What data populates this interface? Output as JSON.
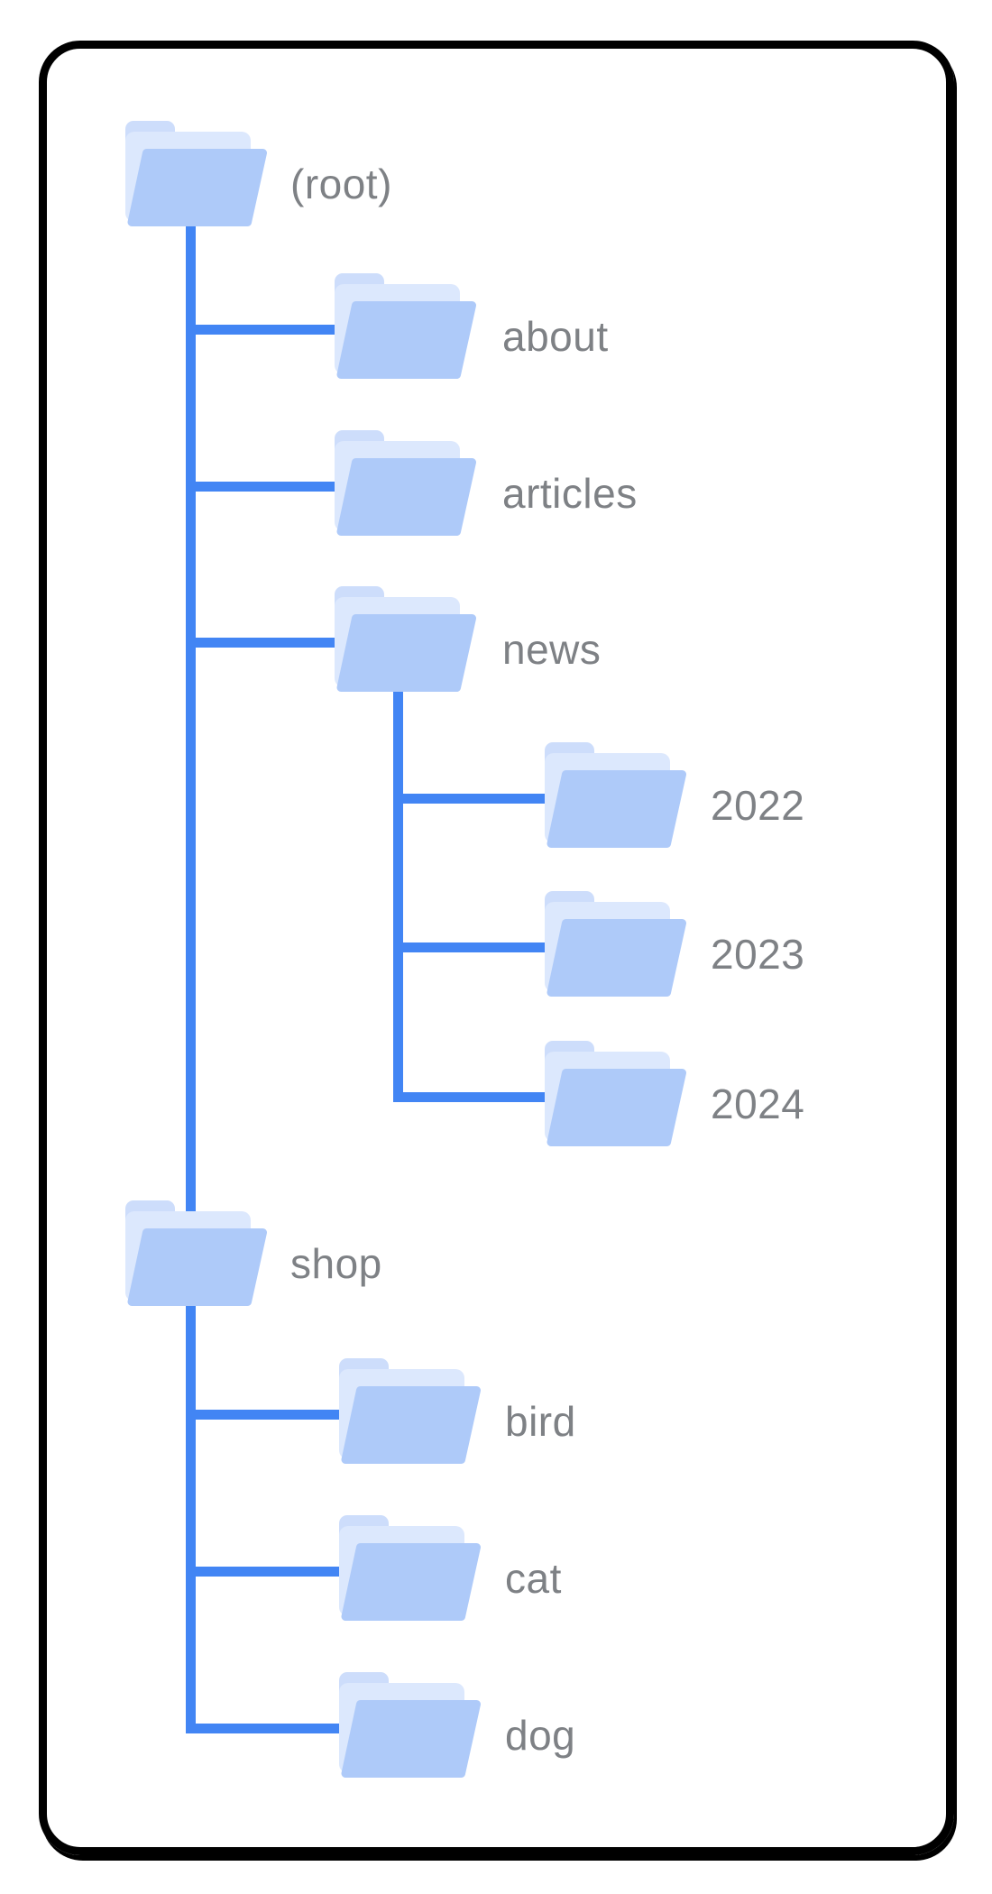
{
  "diagram": {
    "description": "Site directory tree diagram of folders",
    "tree": {
      "nodes": [
        {
          "id": "root",
          "label": "(root)",
          "parent": null
        },
        {
          "id": "about",
          "label": "about",
          "parent": "root"
        },
        {
          "id": "articles",
          "label": "articles",
          "parent": "root"
        },
        {
          "id": "news",
          "label": "news",
          "parent": "root"
        },
        {
          "id": "y2022",
          "label": "2022",
          "parent": "news"
        },
        {
          "id": "y2023",
          "label": "2023",
          "parent": "news"
        },
        {
          "id": "y2024",
          "label": "2024",
          "parent": "news"
        },
        {
          "id": "shop",
          "label": "shop",
          "parent": "root"
        },
        {
          "id": "bird",
          "label": "bird",
          "parent": "shop"
        },
        {
          "id": "cat",
          "label": "cat",
          "parent": "shop"
        },
        {
          "id": "dog",
          "label": "dog",
          "parent": "shop"
        }
      ]
    },
    "colors": {
      "frame_border": "#000000",
      "connector_line": "#4285f4",
      "folder_front": "#aecaf9",
      "folder_back": "#dce8fd",
      "folder_tab": "#cdddfb",
      "label_text": "#7e8185"
    }
  }
}
